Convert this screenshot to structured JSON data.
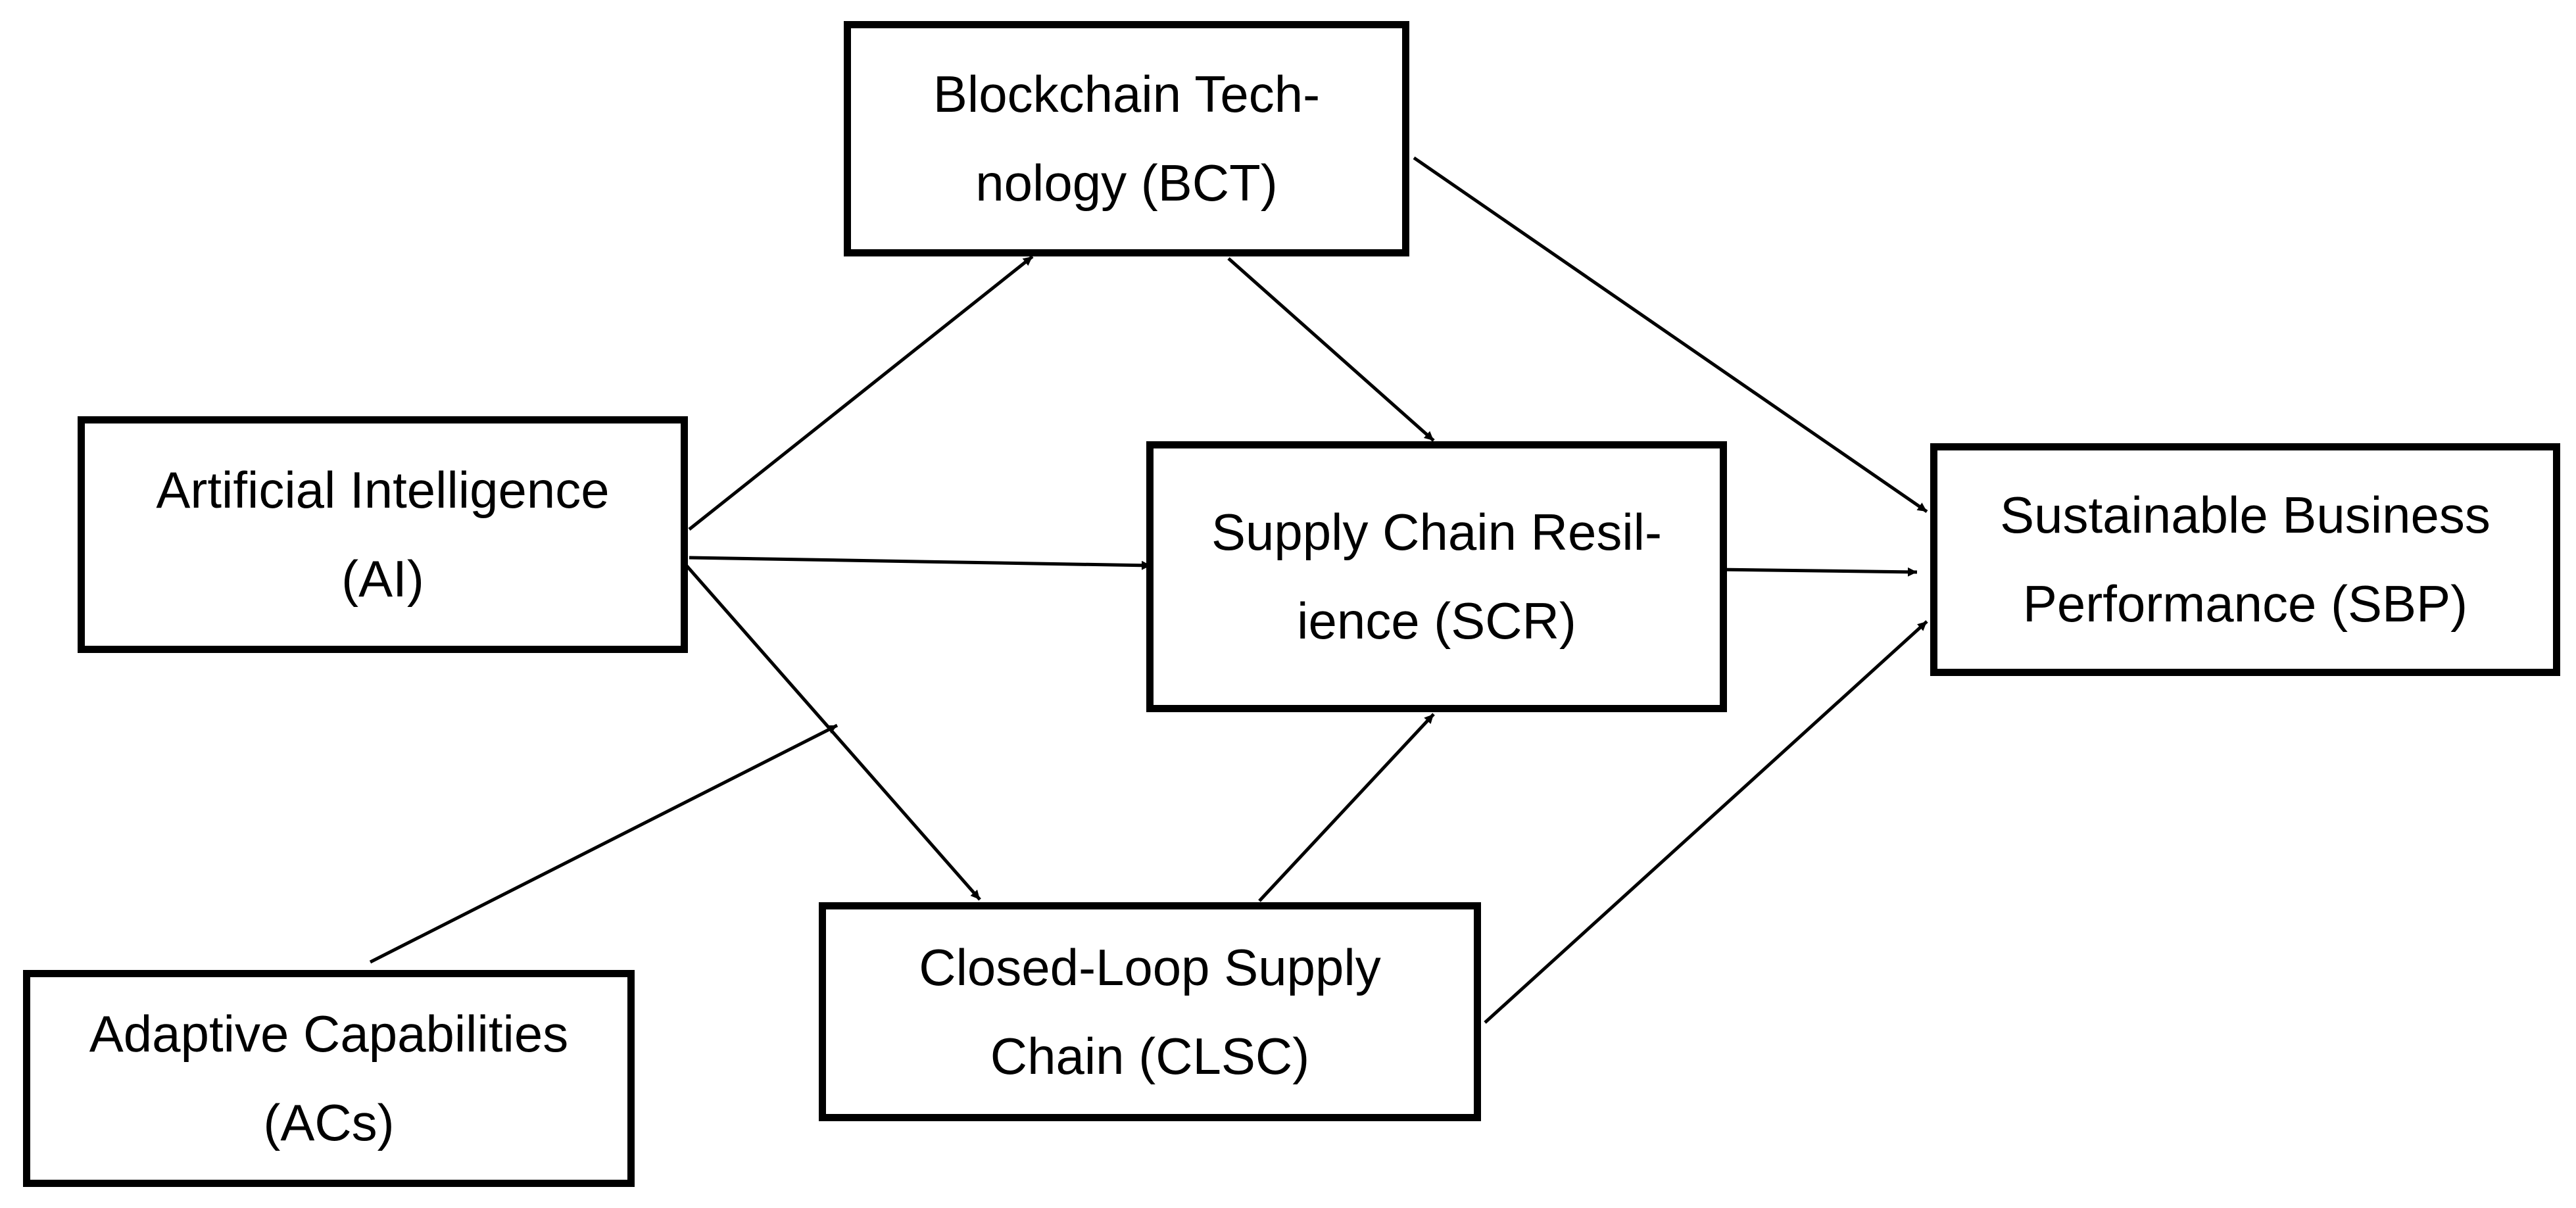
{
  "diagram": {
    "nodes": [
      {
        "id": "bct",
        "lines": [
          "Blockchain Tech-",
          "nology (BCT)"
        ]
      },
      {
        "id": "ai",
        "lines": [
          "Artificial Intelligence",
          "(AI)"
        ]
      },
      {
        "id": "scr",
        "lines": [
          "Supply Chain Resil-",
          "ience (SCR)"
        ]
      },
      {
        "id": "sbp",
        "lines": [
          "Sustainable Business",
          "Performance (SBP)"
        ]
      },
      {
        "id": "clsc",
        "lines": [
          "Closed-Loop Supply",
          "Chain (CLSC)"
        ]
      },
      {
        "id": "acs",
        "lines": [
          "Adaptive Capabilities",
          "(ACs)"
        ]
      }
    ],
    "edges": [
      {
        "from": "ai",
        "to": "bct",
        "type": "arrow"
      },
      {
        "from": "ai",
        "to": "scr",
        "type": "arrow"
      },
      {
        "from": "ai",
        "to": "clsc",
        "type": "arrow"
      },
      {
        "from": "bct",
        "to": "scr",
        "type": "arrow"
      },
      {
        "from": "bct",
        "to": "sbp",
        "type": "arrow"
      },
      {
        "from": "scr",
        "to": "sbp",
        "type": "arrow"
      },
      {
        "from": "clsc",
        "to": "scr",
        "type": "arrow"
      },
      {
        "from": "clsc",
        "to": "sbp",
        "type": "arrow"
      },
      {
        "from": "acs",
        "to": "ai-clsc-path",
        "type": "moderation-arrow"
      }
    ]
  }
}
